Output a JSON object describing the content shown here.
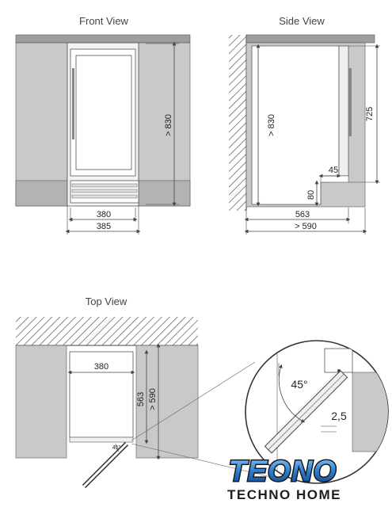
{
  "views": {
    "front": {
      "title": "Front View",
      "width_inner": "380",
      "width_outer": "385",
      "height": "> 830"
    },
    "side": {
      "title": "Side View",
      "depth_body": "563",
      "depth_min": "> 590",
      "height": "> 830",
      "door_height": "725",
      "vent_height": "80",
      "vent_depth": "45"
    },
    "top": {
      "title": "Top View",
      "width": "380",
      "depth_body": "563",
      "depth_min": "> 590",
      "door_angle_small": "45°",
      "detail_angle": "45°",
      "detail_gap": "2,5"
    }
  },
  "logo": {
    "brand": "TEONO",
    "tagline": "TECHNO HOME"
  },
  "colors": {
    "wall_gray": "#c9c9c9",
    "plinth_gray": "#b3b3b3",
    "line": "#444444",
    "logo_blue": "#2f7fd1",
    "logo_dark": "#1f1f1f"
  }
}
